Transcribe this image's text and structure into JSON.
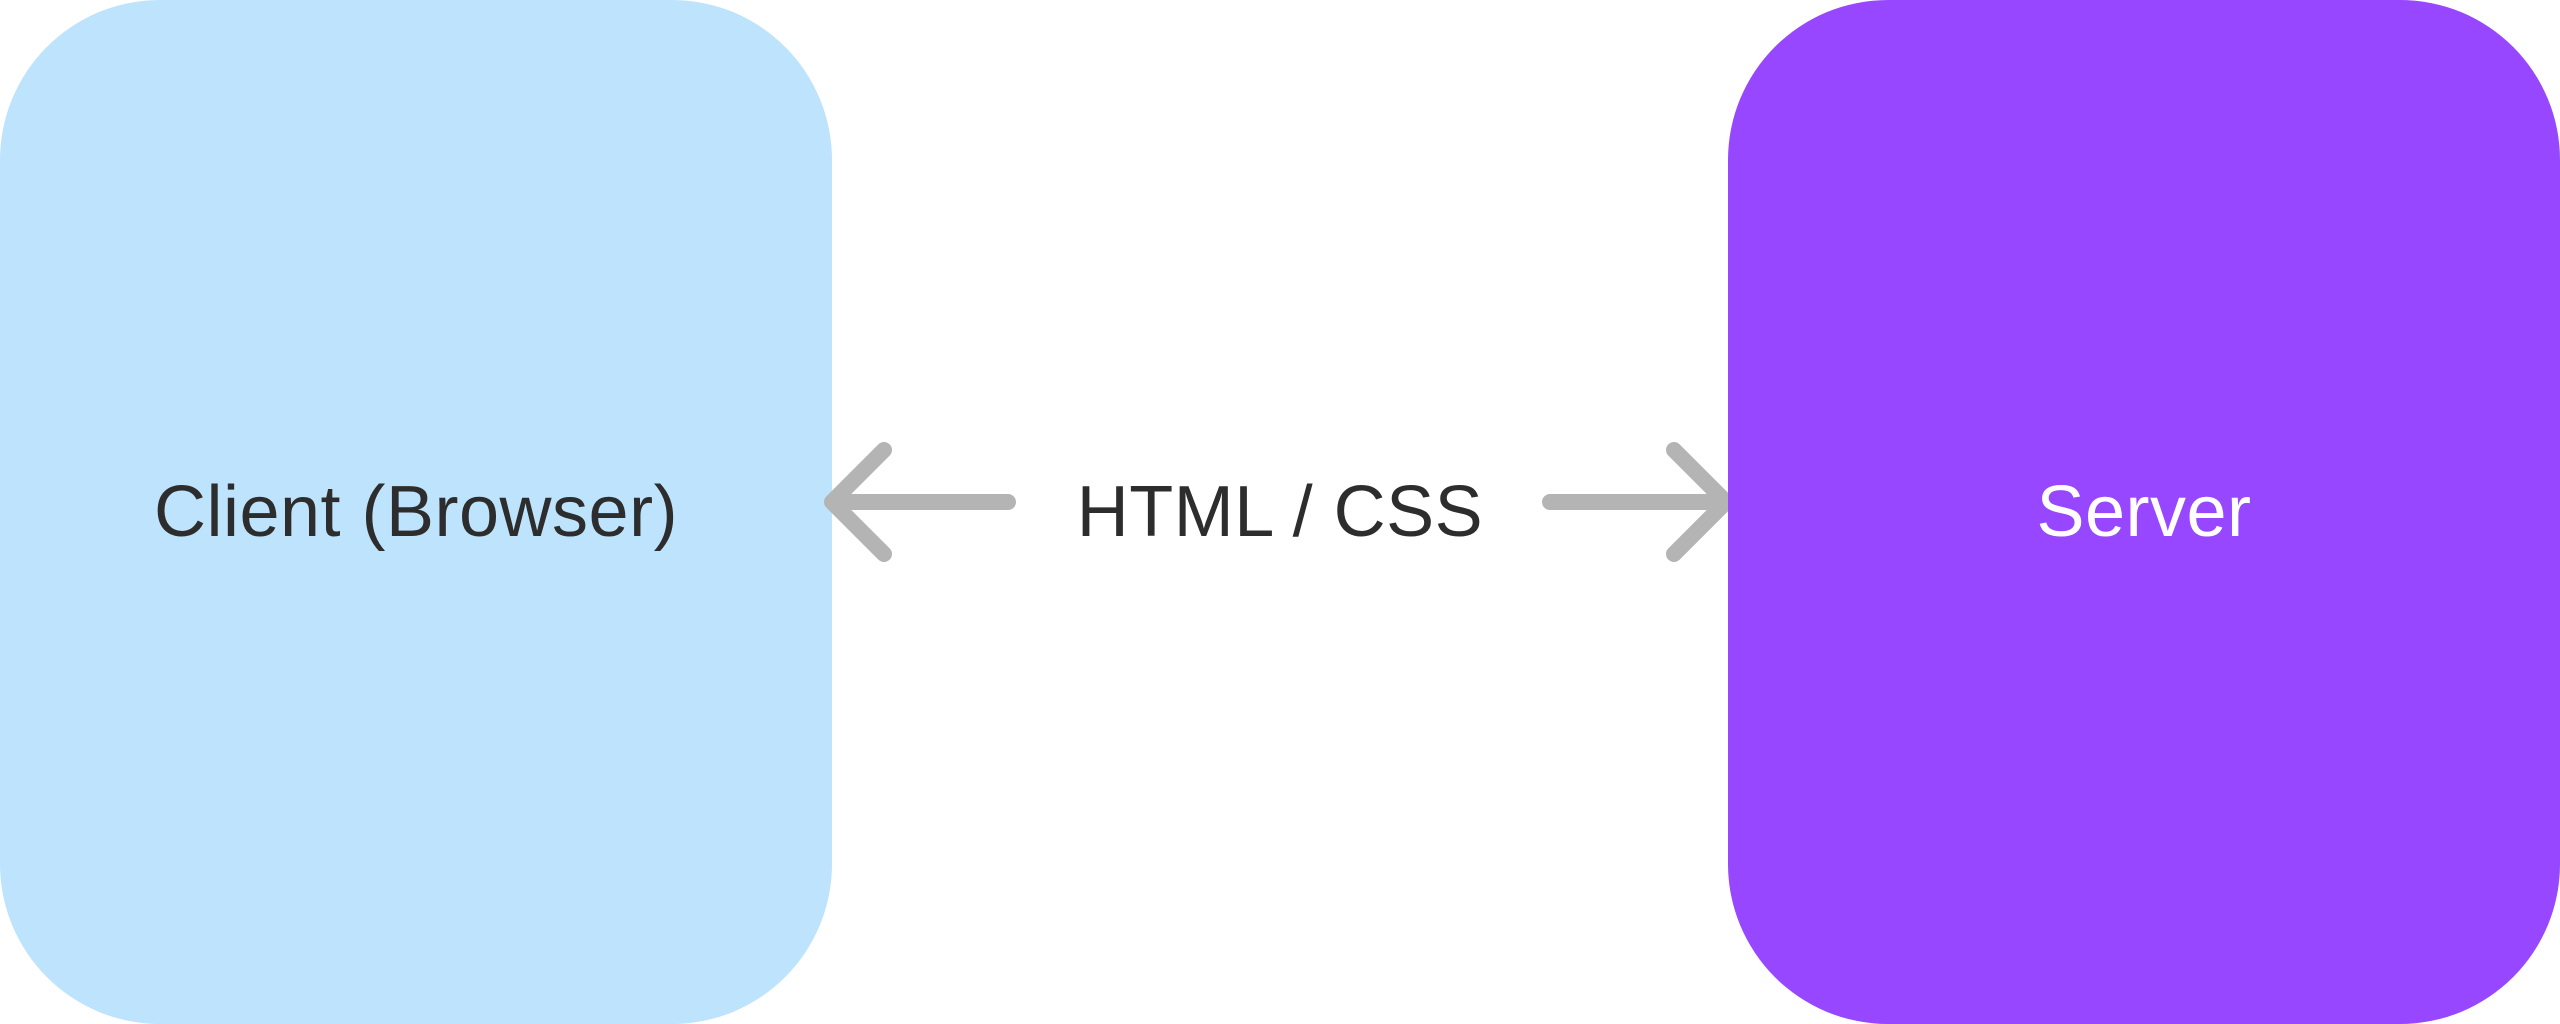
{
  "diagram": {
    "nodes": [
      {
        "id": "client",
        "label": "Client (Browser)",
        "fill": "#bee3fd",
        "text_color": "#2d2d2d"
      },
      {
        "id": "server",
        "label": "Server",
        "fill": "#9747ff",
        "text_color": "#ffffff"
      }
    ],
    "edges": [
      {
        "from": "client",
        "to": "server",
        "label": "HTML / CSS",
        "direction": "bidirectional",
        "color": "#b4b4b4"
      }
    ]
  }
}
